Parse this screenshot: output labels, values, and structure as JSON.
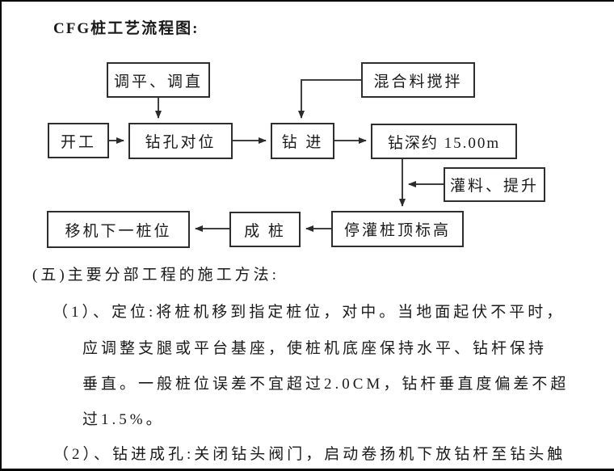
{
  "page": {
    "title": "CFG桩工艺流程图:"
  },
  "flowchart": {
    "boxes": {
      "level_align": "调平、调直",
      "mix": "混合料搅拌",
      "start": "开工",
      "drill_align": "钻孔对位",
      "drilling": "钻 进",
      "depth": "钻深约 15.00m",
      "fill_lift": "灌料、提升",
      "stop_fill": "停灌桩顶标高",
      "pile_done": "成 桩",
      "move_next": "移机下一桩位"
    }
  },
  "body": {
    "lines": [
      "(五)主要分部工程的施工方法:",
      "（1）、定位:将桩机移到指定桩位，对中。当地面起伏不平时，",
      "应调整支腿或平台基座，使桩机底座保持水平、钻杆保持",
      "垂直。一般桩位误差不宜超过2.0CM，钻杆垂直度偏差不超",
      "过1.5%。",
      "（2）、钻进成孔:关闭钻头阀门，启动卷扬机下放钻杆至钻头触"
    ]
  },
  "colors": {
    "ink": "#1a1a1a",
    "box_border": "#2e2e2e",
    "arrow_line": "#3f3f3f",
    "arrow_head": "#2b2b2b",
    "page_border": "#000000",
    "background": "#ffffff"
  }
}
